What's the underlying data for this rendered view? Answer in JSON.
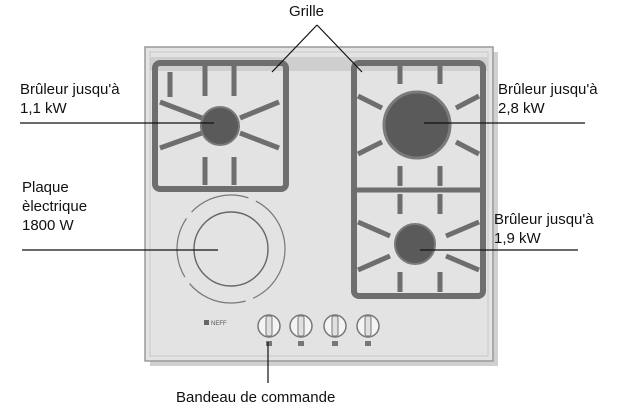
{
  "labels": {
    "grille": "Grille",
    "burner_small": "Brûleur jusqu'à\n1,1 kW",
    "burner_large": "Brûleur jusqu'à\n2,8 kW",
    "burner_medium": "Brûleur jusqu'à\n1,9 kW",
    "electric_plate": "Plaque\nèlectrique\n1800 W",
    "control_panel": "Bandeau de commande"
  },
  "brand": "NEFF",
  "colors": {
    "cooktop_surface": "#e2e2e2",
    "cooktop_edge": "#9a9a9a",
    "grate": "#6e6e6e",
    "burner": "#585858",
    "leader_line": "#111111"
  },
  "icons": [
    "knob-icon",
    "knob-icon",
    "knob-icon",
    "knob-icon",
    "neff-logo-icon"
  ]
}
